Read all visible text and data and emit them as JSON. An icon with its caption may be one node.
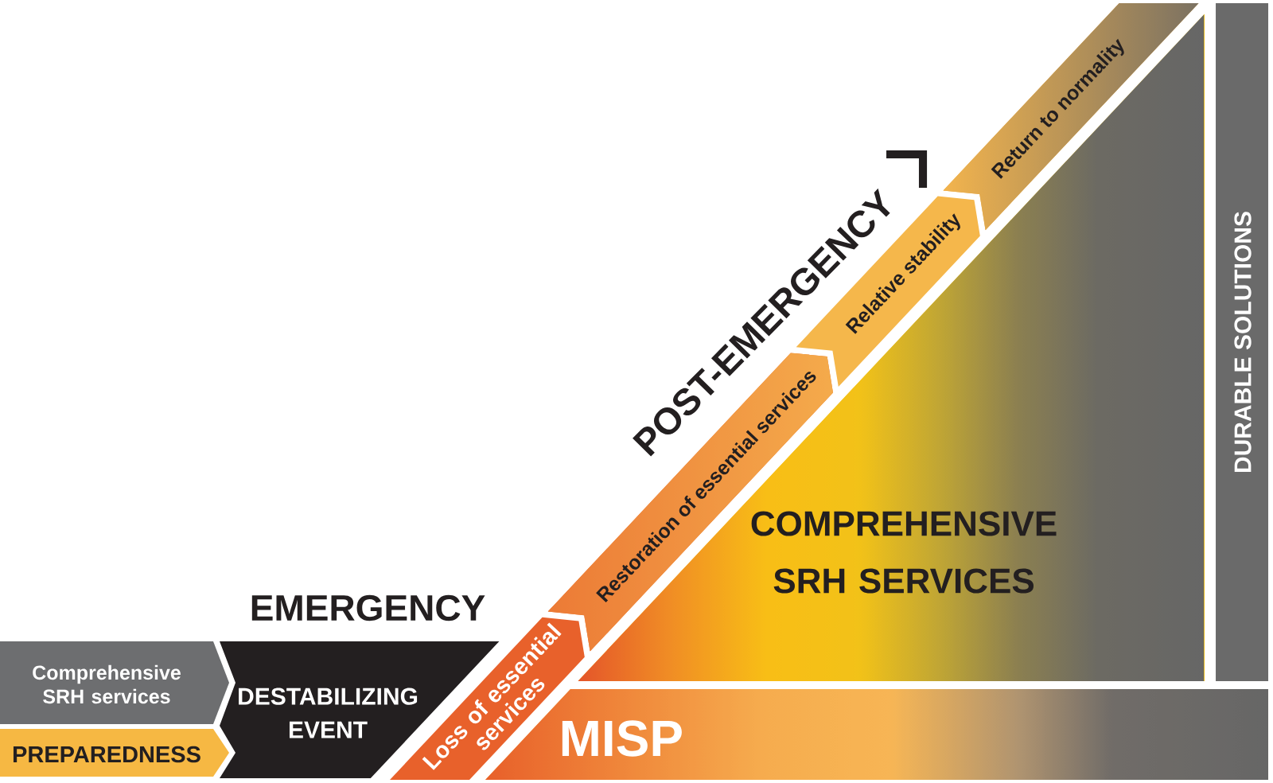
{
  "diagram": {
    "nodes": [
      {
        "text": [
          "Comprehensive SRH services"
        ]
      },
      {
        "text": [
          "PREPAREDNESS"
        ]
      },
      {
        "text": [
          "DESTABILIZING EVENT"
        ]
      },
      {
        "text": [
          "Loss of essential services"
        ]
      },
      {
        "text": [
          "Restoration of essential services"
        ]
      },
      {
        "text": [
          "Relative stability"
        ]
      },
      {
        "text": [
          "Return to normality"
        ]
      },
      {
        "text": [
          "COMPREHENSIVE SRH SERVICES"
        ]
      },
      {
        "text": [
          "MISP"
        ]
      },
      {
        "text": [
          "DURABLE SOLUTIONS"
        ]
      }
    ],
    "labels": [
      "EMERGENCY",
      "POST-EMERGENCY"
    ]
  }
}
